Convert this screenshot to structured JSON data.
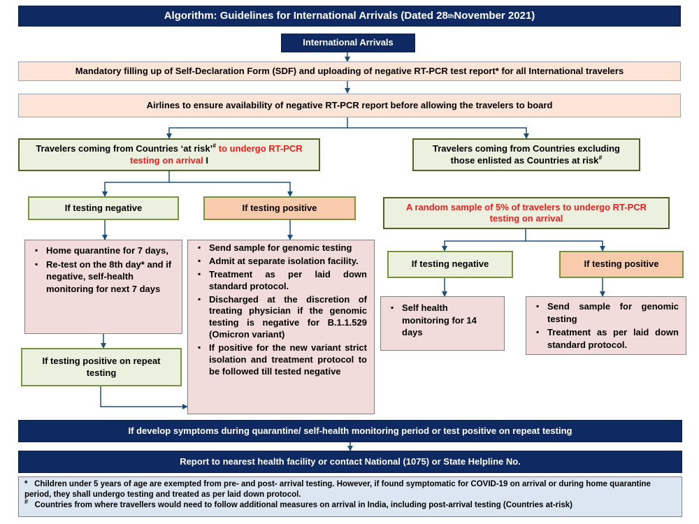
{
  "title": {
    "prefix": "Algorithm: Guidelines for International Arrivals (Dated 28",
    "sup": "th",
    "suffix": " November 2021)"
  },
  "intl_arrivals": "International Arrivals",
  "sdf": "Mandatory filling up of Self-Declaration Form (SDF) and uploading of negative RT-PCR test report* for all International  travelers",
  "airlines": "Airlines to ensure availability of negative RT-PCR report before allowing the travelers to board",
  "at_risk": {
    "text_a": "Travelers coming from Countries ‘at risk’",
    "sup": "#",
    "text_red_1": " to undergo RT-PCR",
    "text_red_2": "testing on arrival",
    "text_b": " I"
  },
  "not_at_risk": {
    "line1": "Travelers coming from Countries excluding",
    "line2": "those enlisted as Countries at risk",
    "sup": "#"
  },
  "left_negative": "If testing negative",
  "left_positive": "If testing positive",
  "random_sample": "A random sample of 5% of travelers to undergo RT-PCR testing on arrival",
  "right_negative": "If testing negative",
  "right_positive": "If testing positive",
  "home_quarantine": [
    "Home quarantine for 7 days,",
    "Re-test on the 8th day* and if negative, self-health monitoring for next 7 days"
  ],
  "positive_actions": [
    "Send sample for genomic testing",
    "Admit at separate isolation facility.",
    "Treatment as per laid down standard protocol.",
    "Discharged at the discretion of treating physician if the genomic testing is negative for B.1.1.529 (Omicron variant)",
    "If positive for the new variant strict isolation and treatment protocol to be followed till tested negative"
  ],
  "repeat_positive": "If testing positive on repeat testing",
  "self_health": "Self health monitoring for 14 days",
  "right_positive_actions": [
    "Send sample for genomic testing",
    "Treatment as per laid down standard protocol."
  ],
  "symptoms": "If develop symptoms during quarantine/ self-health monitoring period or test positive on repeat testing",
  "report": "Report to nearest health facility or contact National (1075) or State Helpline No.",
  "note1": {
    "mark": "*",
    "text": "Children under 5 years of age are exempted from pre- and post- arrival testing. However, if found symptomatic for COVID-19 on arrival or during home quarantine period, they shall undergo testing and treated as per laid down protocol."
  },
  "note2": {
    "mark": "#",
    "text": "Countries from where travellers would need to follow additional measures on arrival in India, including post-arrival testing (Countries at-risk)"
  },
  "colors": {
    "navy": "#0f2a63",
    "arrow": "#1f4e79",
    "red_text": "#e81f1f",
    "peach": "#fce4d6",
    "green": "#ebf1de",
    "orange": "#f8cbad",
    "pink": "#f2dcdb",
    "note_blue": "#dce6f2"
  }
}
